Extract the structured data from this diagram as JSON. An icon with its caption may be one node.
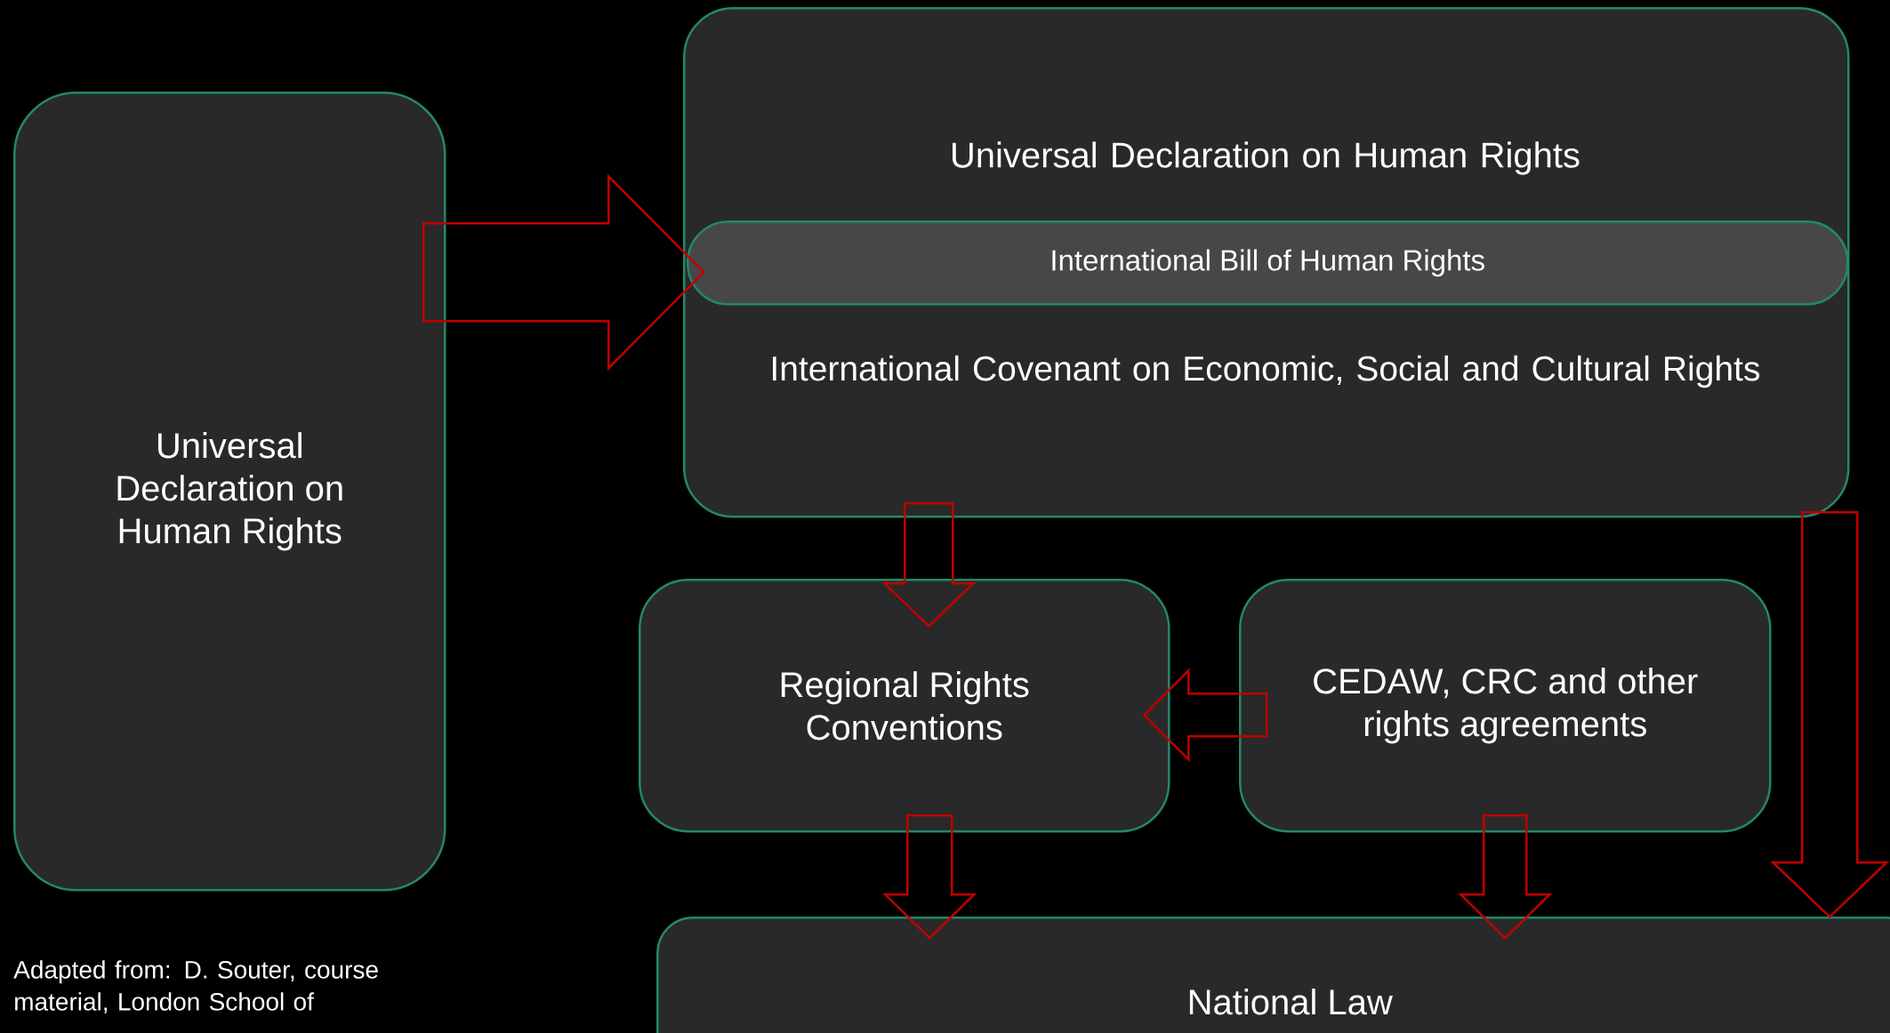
{
  "diagram": {
    "nodes": [
      {
        "text": [
          "Universal Declaration on Human Rights"
        ]
      },
      {
        "text": [
          "Universal Declaration on Human Rights",
          "International Covenant on Economic, Social and Cultural Rights"
        ]
      },
      {
        "text": [
          "International Bill of Human Rights"
        ],
        "in": 1
      },
      {
        "text": [
          "Regional Rights Conventions"
        ]
      },
      {
        "text": [
          "CEDAW, CRC and other rights agreements"
        ]
      },
      {
        "text": [
          "National Law"
        ]
      }
    ],
    "edges": [
      {
        "from": 0,
        "to": 2,
        "arrow": "to"
      },
      {
        "from": 1,
        "to": 3,
        "arrow": "to"
      },
      {
        "from": 4,
        "to": 3,
        "arrow": "to"
      },
      {
        "from": 3,
        "to": 5,
        "arrow": "to"
      },
      {
        "from": 4,
        "to": 5,
        "arrow": "to"
      },
      {
        "from": 1,
        "to": 5,
        "arrow": "to"
      }
    ],
    "labels": [
      "Adapted from: D. Souter, course material, London School of"
    ]
  }
}
